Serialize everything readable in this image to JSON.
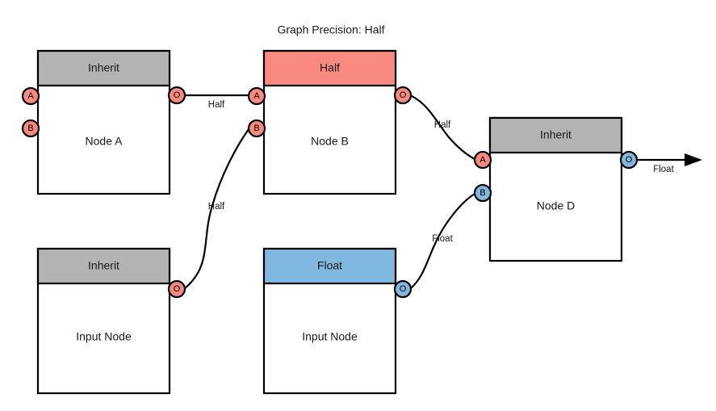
{
  "title": "Graph Precision: Half",
  "colors": {
    "inherit_header": "#b3b3b3",
    "half_header": "#fa8a80",
    "float_header": "#80b8e0",
    "half_port": "#fa8a80",
    "float_port": "#80b8e0",
    "node_fill": "#ffffff",
    "stroke": "#000000",
    "text": "#1a1a1a"
  },
  "nodes": [
    {
      "id": "node-a",
      "header": "Inherit",
      "header_kind": "inherit",
      "body": "Node A",
      "inputs": [
        {
          "label": "A",
          "kind": "half"
        },
        {
          "label": "B",
          "kind": "half"
        }
      ],
      "outputs": [
        {
          "label": "O",
          "kind": "half"
        }
      ]
    },
    {
      "id": "node-b",
      "header": "Half",
      "header_kind": "half",
      "body": "Node B",
      "inputs": [
        {
          "label": "A",
          "kind": "half"
        },
        {
          "label": "B",
          "kind": "half"
        }
      ],
      "outputs": [
        {
          "label": "O",
          "kind": "half"
        }
      ]
    },
    {
      "id": "node-d",
      "header": "Inherit",
      "header_kind": "inherit",
      "body": "Node D",
      "inputs": [
        {
          "label": "A",
          "kind": "half"
        },
        {
          "label": "B",
          "kind": "float"
        }
      ],
      "outputs": [
        {
          "label": "O",
          "kind": "float"
        }
      ]
    },
    {
      "id": "input-node-left",
      "header": "Inherit",
      "header_kind": "inherit",
      "body": "Input Node",
      "inputs": [],
      "outputs": [
        {
          "label": "O",
          "kind": "half"
        }
      ]
    },
    {
      "id": "input-node-middle",
      "header": "Float",
      "header_kind": "float",
      "body": "Input Node",
      "inputs": [],
      "outputs": [
        {
          "label": "O",
          "kind": "float"
        }
      ]
    }
  ],
  "edges": [
    {
      "id": "edge-a-to-b",
      "label": "Half",
      "from": "node-a.O",
      "to": "node-b.A"
    },
    {
      "id": "edge-inputleft-to-b",
      "label": "Half",
      "from": "input-node-left.O",
      "to": "node-b.B"
    },
    {
      "id": "edge-b-to-d",
      "label": "Half",
      "from": "node-b.O",
      "to": "node-d.A"
    },
    {
      "id": "edge-inputmid-to-d",
      "label": "Float",
      "from": "input-node-middle.O",
      "to": "node-d.B"
    },
    {
      "id": "edge-d-output",
      "label": "Float",
      "from": "node-d.O",
      "to": "graph-output"
    }
  ]
}
